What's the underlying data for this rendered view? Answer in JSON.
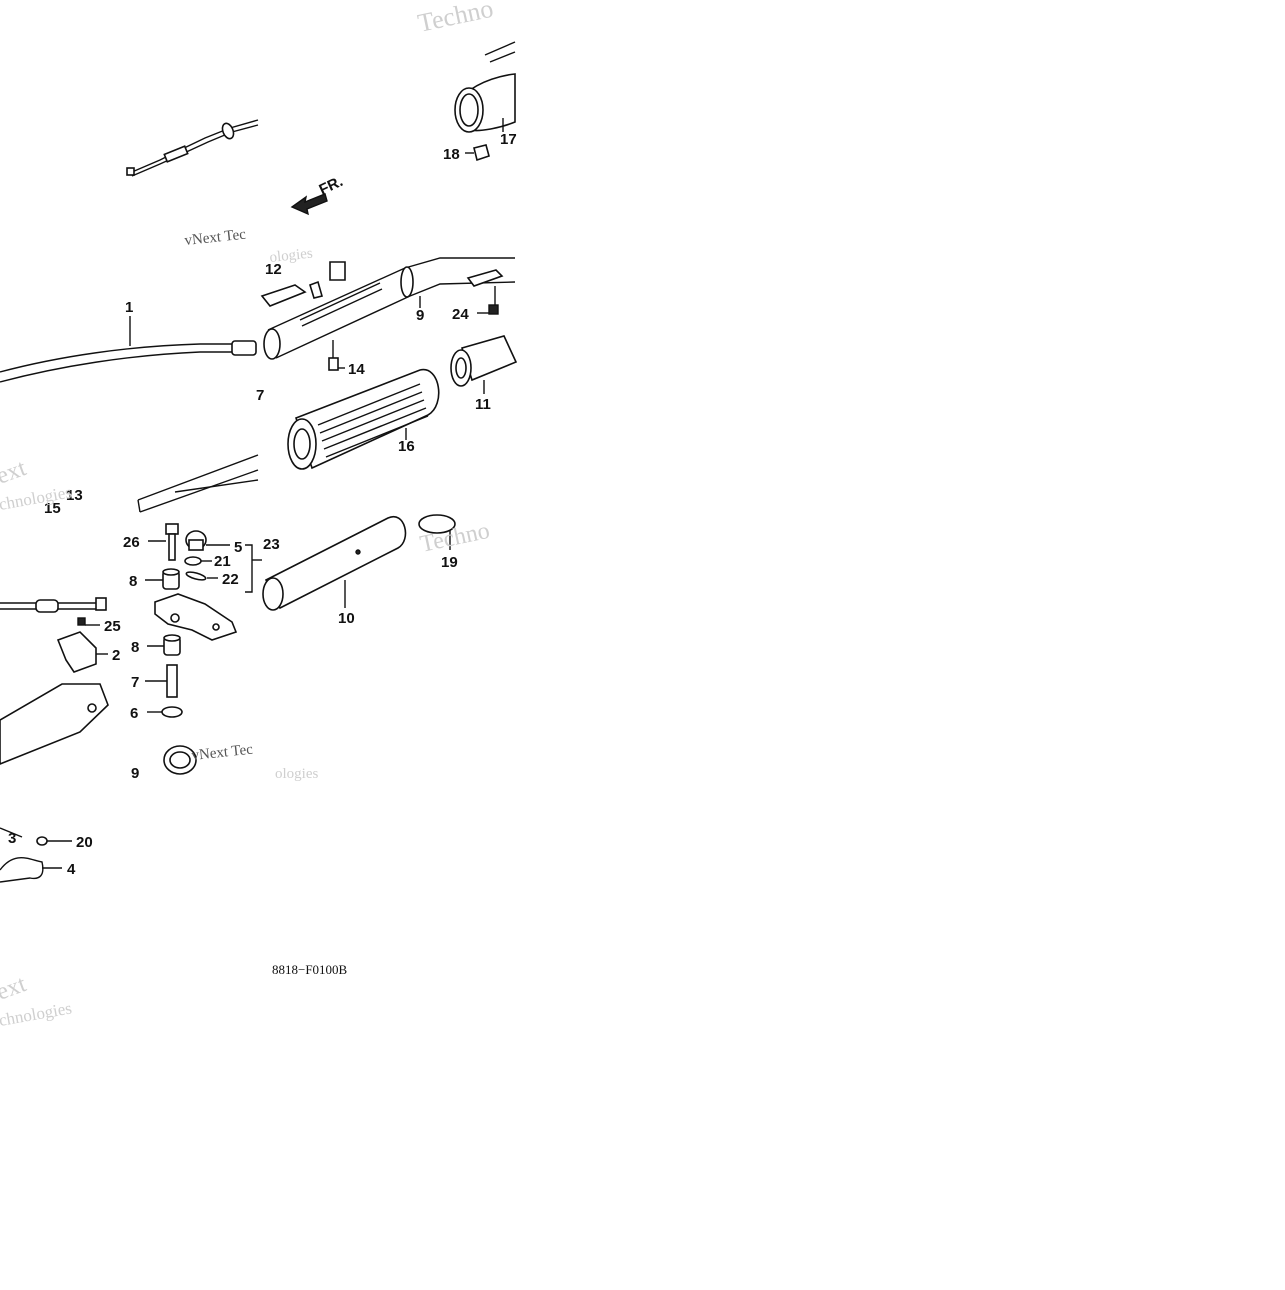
{
  "diagram": {
    "code": "8818−F0100B",
    "direction_label": "FR.",
    "watermarks": {
      "brand_word": "Technologies",
      "brand_full": "vNext Technologies",
      "next_fragment": "ext",
      "tech_fragment": "Techno",
      "tec_fragment": "vNext Tec",
      "ogies_fragment": "ologies",
      "chnologies_fragment": "chnologies"
    },
    "callouts": [
      {
        "id": "c1",
        "text": "1"
      },
      {
        "id": "c2",
        "text": "2"
      },
      {
        "id": "c3",
        "text": "3"
      },
      {
        "id": "c4",
        "text": "4"
      },
      {
        "id": "c5",
        "text": "5"
      },
      {
        "id": "c6",
        "text": "6"
      },
      {
        "id": "c7a",
        "text": "7"
      },
      {
        "id": "c7b",
        "text": "7"
      },
      {
        "id": "c8a",
        "text": "8"
      },
      {
        "id": "c8b",
        "text": "8"
      },
      {
        "id": "c9",
        "text": "9"
      },
      {
        "id": "c10",
        "text": "10"
      },
      {
        "id": "c11",
        "text": "11"
      },
      {
        "id": "c12",
        "text": "12"
      },
      {
        "id": "c13",
        "text": "13"
      },
      {
        "id": "c14",
        "text": "14"
      },
      {
        "id": "c15",
        "text": "15"
      },
      {
        "id": "c16",
        "text": "16"
      },
      {
        "id": "c17",
        "text": "17"
      },
      {
        "id": "c18",
        "text": "18"
      },
      {
        "id": "c19",
        "text": "19"
      },
      {
        "id": "c20",
        "text": "20"
      },
      {
        "id": "c21",
        "text": "21"
      },
      {
        "id": "c22",
        "text": "22"
      },
      {
        "id": "c23",
        "text": "23"
      },
      {
        "id": "c24",
        "text": "24"
      },
      {
        "id": "c25",
        "text": "25"
      },
      {
        "id": "c26",
        "text": "26"
      },
      {
        "id": "c9b",
        "text": "9"
      }
    ]
  }
}
